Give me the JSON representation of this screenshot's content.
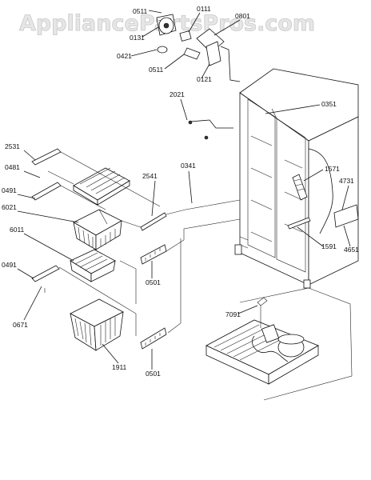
{
  "watermark": "AppliancePartsPros.com",
  "labels": {
    "l0511a": "0511",
    "l0111": "0111",
    "l0801": "0801",
    "l0131": "0131",
    "l0421": "0421",
    "l0511b": "0511",
    "l0121": "0121",
    "l2021": "2021",
    "l0351": "0351",
    "l2531": "2531",
    "l0481": "0481",
    "l0491a": "0491",
    "l6021": "6021",
    "l2541": "2541",
    "l0341": "0341",
    "l1571": "1571",
    "l4731": "4731",
    "l6011": "6011",
    "l0501a": "0501",
    "l1591": "1591",
    "l4651": "4651",
    "l0491b": "0491",
    "l0671": "0671",
    "l7091": "7091",
    "l1911": "1911",
    "l0501b": "0501"
  }
}
